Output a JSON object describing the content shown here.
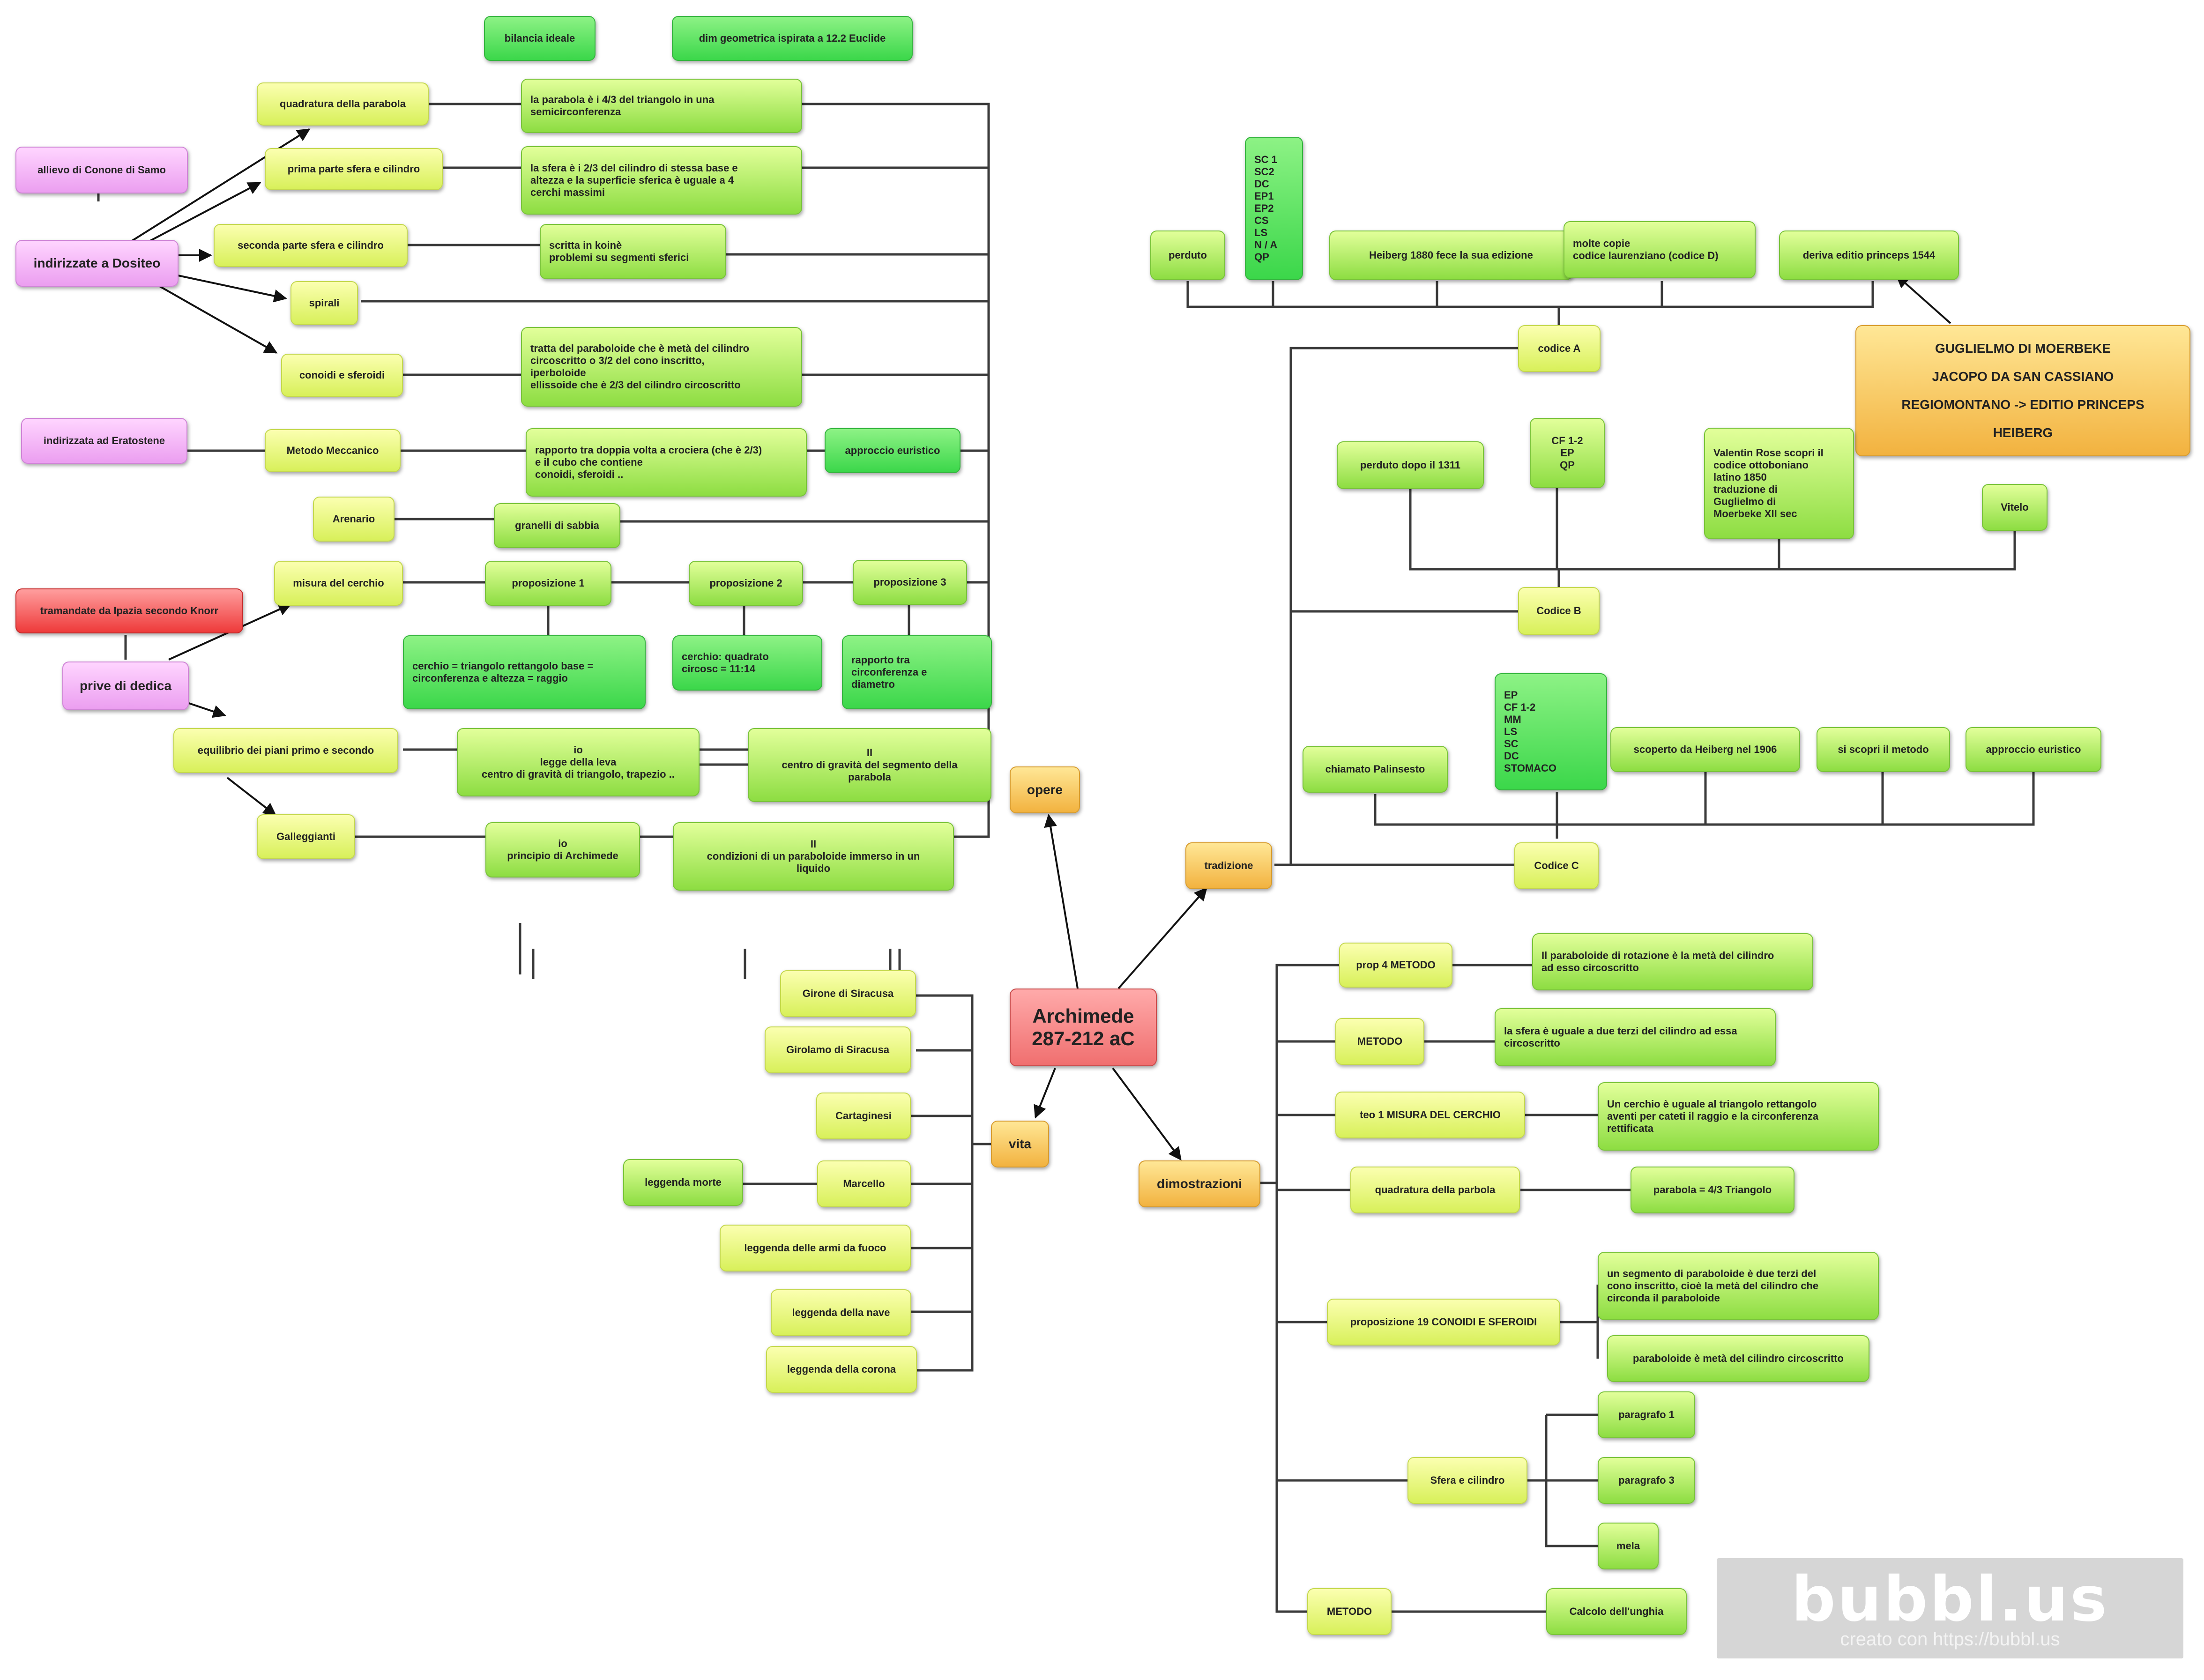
{
  "nodes": {
    "root": "Archimede\n287-212 aC",
    "opere": "opere",
    "vita": "vita",
    "tradizione": "tradizione",
    "dimostrazioni": "dimostrazioni",
    "bilancia": "bilancia ideale",
    "dim_geo": "dim geometrica ispirata a 12.2 Euclide",
    "quad_par": "quadratura della parabola",
    "parabola_43": "la parabola è i 4/3 del triangolo in una\nsemicirconferenza",
    "allievo": "allievo di Conone di Samo",
    "sfera1": "prima parte sfera e cilindro",
    "sfera_23": "la sfera è i 2/3 del cilindro di stessa base e\naltezza e la superficie sferica è uguale a 4\ncerchi massimi",
    "dositeo": "indirizzate a Dositeo",
    "sfera2": "seconda parte sfera e cilindro",
    "koine": "scritta in koinè\nproblemi su segmenti sferici",
    "spirali": "spirali",
    "conoidi": "conoidi e sferoidi",
    "paraboloide_txt": "tratta del paraboloide che è metà del cilindro\ncircoscritto o 3/2 del cono inscritto,\niperboloide\nellissoide che è 2/3 del cilindro circoscritto",
    "eratostene": "indirizzata ad Eratostene",
    "metodo_mecc": "Metodo Meccanico",
    "rapporto_volta": "rapporto tra doppia volta a crociera (che è 2/3)\ne il cubo che contiene\nconoidi, sferoidi ..",
    "approccio1": "approccio euristico",
    "arenario": "Arenario",
    "granelli": "granelli di sabbia",
    "misura": "misura del cerchio",
    "prop1": "proposizione 1",
    "prop2": "proposizione 2",
    "prop3": "proposizione 3",
    "ipazia": "tramandate da Ipazia secondo Knorr",
    "cerchio_tri": "cerchio = triangolo rettangolo base =\ncirconferenza e altezza = raggio",
    "cerchio_quad": "cerchio: quadrato\ncircosc = 11:14",
    "rapp_circ": "rapporto tra\ncirconferenza e\ndiametro",
    "prive": "prive di dedica",
    "equilibrio": "equilibrio dei piani primo e secondo",
    "leva": "io\nlegge della leva\ncentro di gravità di triangolo, trapezio ..",
    "gravita_par": "II\ncentro di gravità del segmento della\nparabola",
    "galleggianti": "Galleggianti",
    "principio": "io\nprincipio di Archimede",
    "condizioni": "II\ncondizioni di un paraboloide immerso in un\nliquido",
    "perduto": "perduto",
    "codici_list": "SC 1\nSC2\nDC\nEP1\nEP2\nCS\nLS\nN / A\nQP",
    "heiberg1880": "Heiberg 1880 fece la sua edizione",
    "molte_copie": "molte copie\ncodice laurenziano (codice D)",
    "deriva": "deriva editio princeps 1544",
    "codiceA": "codice A",
    "guglielmo": "GUGLIELMO DI MOERBEKE\nJACOPO DA SAN CASSIANO\nREGIOMONTANO -> EDITIO PRINCEPS\nHEIBERG",
    "perduto1311": "perduto dopo il 1311",
    "cf_ep_qp": "CF 1-2\nEP\nQP",
    "valentin": "Valentin Rose scopri il\ncodice ottoboniano\nlatino 1850\ntraduzione di\nGuglielmo di\nMoerbeke XII sec",
    "vitelo": "Vitelo",
    "codiceB": "Codice B",
    "ep_list": "EP\nCF 1-2\nMM\nLS\nSC\nDC\nSTOMACO",
    "palinsesto": "chiamato Palinsesto",
    "scoperto": "scoperto da Heiberg nel 1906",
    "si_scopri": "si scopri il metodo",
    "approccio2": "approccio euristico",
    "codiceC": "Codice C",
    "girone": "Girone di Siracusa",
    "girolamo": "Girolamo di Siracusa",
    "cartaginesi": "Cartaginesi",
    "leggenda_morte": "leggenda morte",
    "marcello": "Marcello",
    "armi": "leggenda delle armi da fuoco",
    "nave": "leggenda della nave",
    "corona": "leggenda della corona",
    "prop4": "prop 4 METODO",
    "paraboloide_rot": "Il paraboloide di rotazione è la metà del cilindro\nad esso circoscritto",
    "metodo1": "METODO",
    "sfera_uguale": "la sfera è uguale a due terzi del cilindro ad essa\ncircoscritto",
    "teo1": "teo 1 MISURA DEL CERCHIO",
    "cerchio_uguale": "Un cerchio è uguale al triangolo rettangolo\naventi per cateti il raggio e la circonferenza\nrettificata",
    "quad_parbola": "quadratura della parbola",
    "parabola_tri": "parabola = 4/3 Triangolo",
    "prop19": "proposizione 19 CONOIDI E SFEROIDI",
    "segmento": "un segmento di paraboloide è due terzi del\ncono inscritto, cioè la metà del cilindro che\ncirconda il paraboloide",
    "paraboloide_meta": "paraboloide è metà del cilindro circoscritto",
    "sfera_cil": "Sfera e cilindro",
    "par1": "paragrafo 1",
    "par3": "paragrafo 3",
    "mela": "mela",
    "metodo2": "METODO",
    "unghia": "Calcolo dell'unghia"
  },
  "watermark": {
    "logo": "bubbl.us",
    "subtitle": "creato con https://bubbl.us"
  }
}
